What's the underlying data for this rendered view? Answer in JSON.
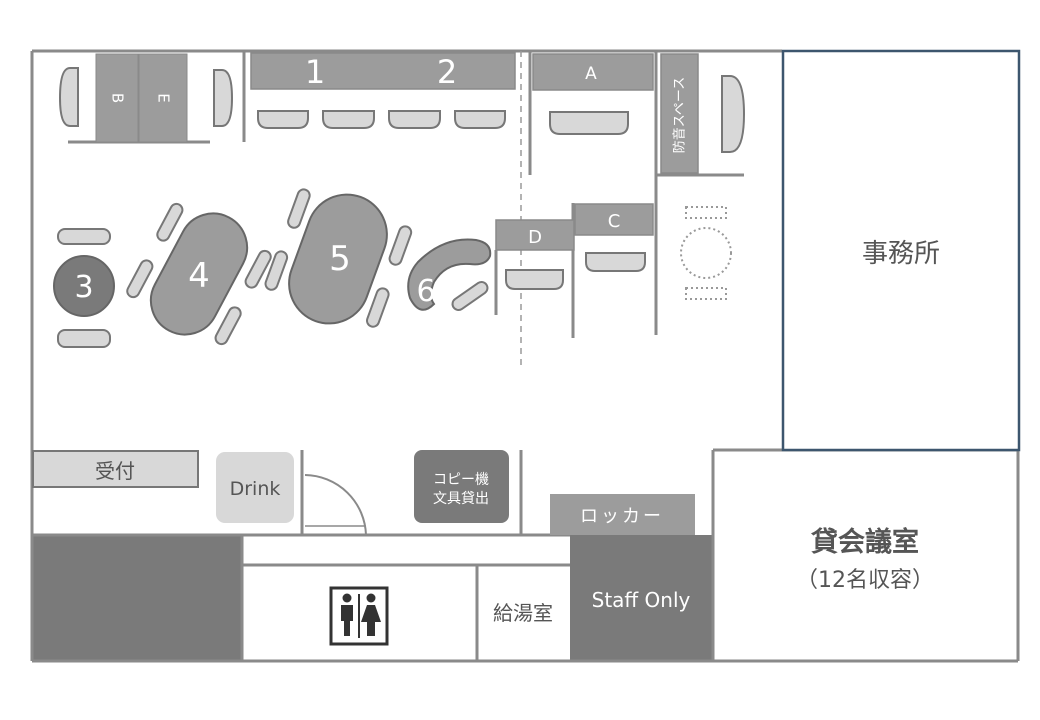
{
  "floorplan": {
    "desks": {
      "desk_1": "1",
      "desk_2": "2",
      "desk_a": "A",
      "desk_b": "B",
      "desk_e": "E",
      "desk_c": "C",
      "desk_d": "D"
    },
    "tables": {
      "table_3": "3",
      "table_4": "4",
      "table_5": "5",
      "table_6": "6"
    },
    "rooms": {
      "soundproof": "防音スペース",
      "office": "事務所",
      "rental_meeting_room": "貸会議室",
      "rental_meeting_capacity": "（12名収容）",
      "kitchenette": "給湯室",
      "staff_only": "Staff Only"
    },
    "facilities": {
      "reception": "受付",
      "drink": "Drink",
      "copy_line1": "コピー機",
      "copy_line2": "文具貸出",
      "locker": "ロッカー"
    },
    "icons": {
      "restroom": "restroom-icon"
    },
    "colors": {
      "dark": "#7a7a7a",
      "medium": "#9c9c9c",
      "light": "#d8d8d8",
      "wall": "#8a8a8a",
      "office_border": "#3d566e",
      "text": "#555555"
    }
  }
}
